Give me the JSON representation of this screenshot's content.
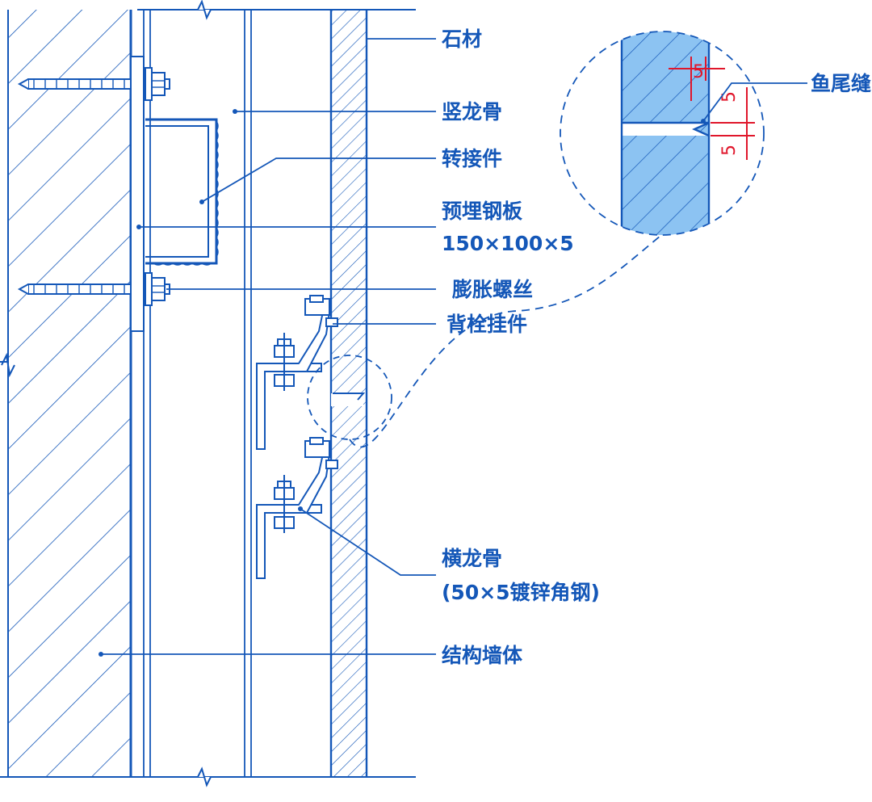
{
  "labels": {
    "stone": "石材",
    "vertical_keel": "竖龙骨",
    "adapter": "转接件",
    "embedded_plate": "预埋钢板",
    "embedded_plate_spec": "150×100×5",
    "expansion_bolt": "膨胀螺丝",
    "back_bolt_hanger": "背栓挂件",
    "fishtail_joint": "鱼尾缝",
    "horizontal_keel": "横龙骨",
    "horizontal_keel_spec": "(50×5镀锌角钢)",
    "structural_wall": "结构墙体"
  },
  "dimensions": {
    "joint_width": "5",
    "joint_depth_a": "5",
    "joint_depth_b": "5"
  },
  "colors": {
    "line": "#1457b8",
    "fill_light": "#8cc3f2",
    "dimension": "#e0162b",
    "background": "#ffffff"
  }
}
